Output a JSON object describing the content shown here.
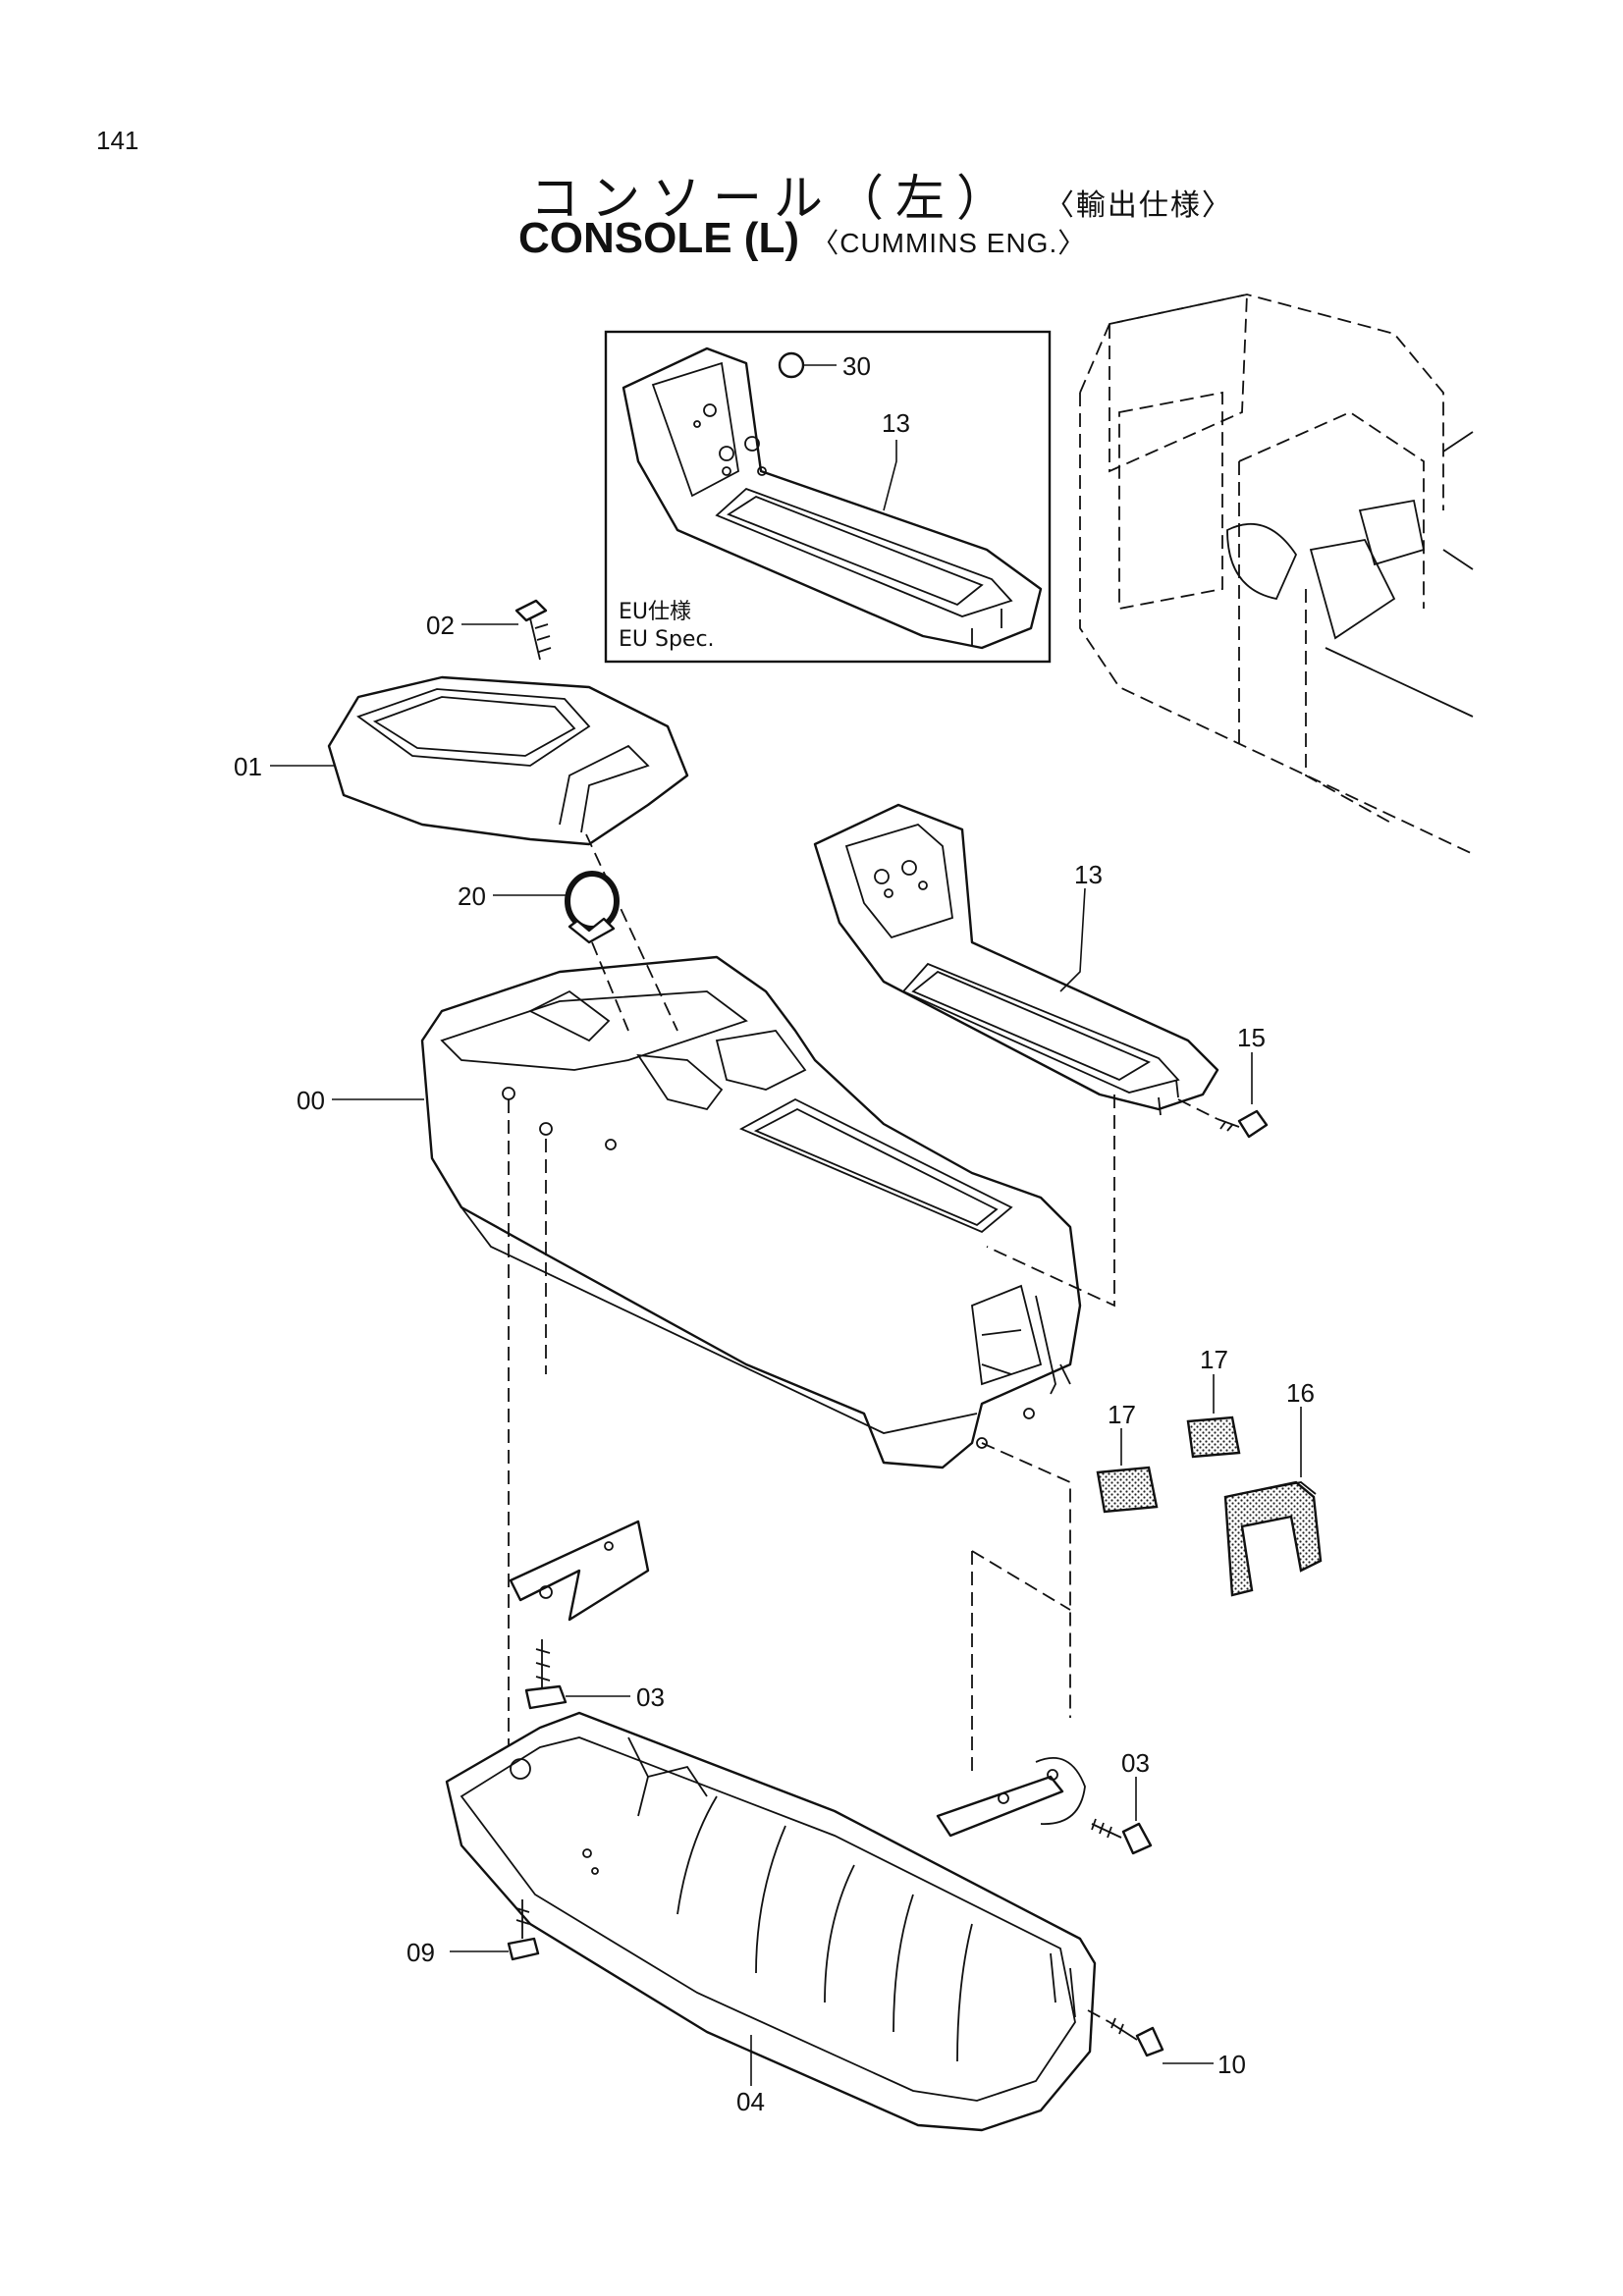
{
  "page": {
    "number": "141"
  },
  "title": {
    "jp": "コンソール（左）",
    "jp_sub": "〈輸出仕様〉",
    "en": "CONSOLE (L)",
    "en_sub": "〈CUMMINS ENG.〉"
  },
  "inset": {
    "spec_jp": "EU仕様",
    "spec_en": "EU Spec."
  },
  "callouts": [
    {
      "id": "30",
      "text": "30"
    },
    {
      "id": "13a",
      "text": "13"
    },
    {
      "id": "02",
      "text": "02"
    },
    {
      "id": "01",
      "text": "01"
    },
    {
      "id": "20",
      "text": "20"
    },
    {
      "id": "13b",
      "text": "13"
    },
    {
      "id": "15",
      "text": "15"
    },
    {
      "id": "00",
      "text": "00"
    },
    {
      "id": "17a",
      "text": "17"
    },
    {
      "id": "17b",
      "text": "17"
    },
    {
      "id": "16",
      "text": "16"
    },
    {
      "id": "03a",
      "text": "03"
    },
    {
      "id": "03b",
      "text": "03"
    },
    {
      "id": "09",
      "text": "09"
    },
    {
      "id": "10",
      "text": "10"
    },
    {
      "id": "04",
      "text": "04"
    }
  ],
  "colors": {
    "line": "#111111",
    "background": "#ffffff"
  }
}
